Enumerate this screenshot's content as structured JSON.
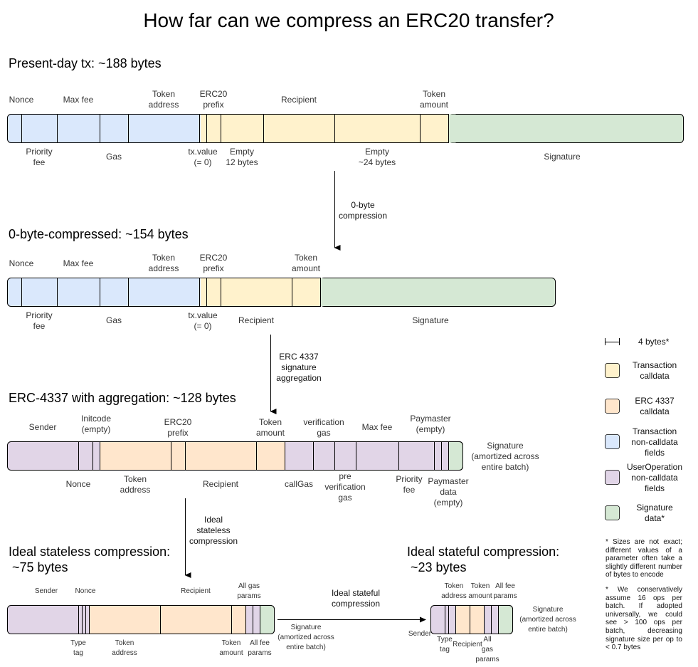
{
  "title": "How far can we compress an ERC20 transfer?",
  "colors": {
    "tx_calldata": "#fff2cc",
    "erc4337_calldata": "#ffe6cc",
    "tx_noncalldata": "#dae8fc",
    "userop_noncalldata": "#e1d5e7",
    "signature": "#d5e8d4",
    "stroke": "#000000"
  },
  "row1": {
    "heading": "Present-day tx: ~188 bytes",
    "top": {
      "nonce": "Nonce",
      "maxfee": "Max fee",
      "tokenaddr": "Token\naddress",
      "prefix": "ERC20\nprefix",
      "recipient": "Recipient",
      "amount": "Token\namount"
    },
    "bottom": {
      "priority": "Priority\nfee",
      "gas": "Gas",
      "txvalue": "tx.value\n(= 0)",
      "empty12": "Empty\n12 bytes",
      "empty24": "Empty\n~24 bytes",
      "signature": "Signature"
    }
  },
  "arrow1": "0-byte\ncompression",
  "row2": {
    "heading": "0-byte-compressed: ~154 bytes",
    "top": {
      "nonce": "Nonce",
      "maxfee": "Max fee",
      "tokenaddr": "Token\naddress",
      "prefix": "ERC20\nprefix",
      "amount": "Token\namount"
    },
    "bottom": {
      "priority": "Priority\nfee",
      "gas": "Gas",
      "txvalue": "tx.value\n(= 0)",
      "recipient": "Recipient",
      "signature": "Signature"
    }
  },
  "arrow2": "ERC 4337\nsignature\naggregation",
  "row3": {
    "heading": "ERC-4337 with aggregation: ~128 bytes",
    "top": {
      "sender": "Sender",
      "initcode": "Initcode\n(empty)",
      "prefix": "ERC20\nprefix",
      "amount": "Token\namount",
      "vgas": "verification\ngas",
      "maxfee": "Max fee",
      "paymaster": "Paymaster\n(empty)"
    },
    "bottom": {
      "nonce": "Nonce",
      "tokenaddr": "Token\naddress",
      "recipient": "Recipient",
      "callgas": "callGas",
      "prevgas": "pre\nverification\ngas",
      "priority": "Priority\nfee",
      "pmdata": "Paymaster\ndata\n(empty)"
    },
    "side": "Signature\n(amortized across\nentire batch)"
  },
  "arrow3": "Ideal\nstateless\ncompression",
  "row4": {
    "heading": "Ideal stateless compression:\n ~75 bytes",
    "top": {
      "sender": "Sender",
      "nonce": "Nonce",
      "recipient": "Recipient",
      "gasparams": "All gas\nparams"
    },
    "bottom": {
      "typetag": "Type\ntag",
      "tokenaddr": "Token\naddress",
      "amount": "Token\namount",
      "feeparams": "All fee\nparams"
    },
    "side": "Signature\n(amortized across\nentire batch)"
  },
  "arrow4": "Ideal stateful\ncompression",
  "row5": {
    "heading": "Ideal stateful compression:\n ~23 bytes",
    "top": {
      "tokenaddr": "Token\naddress",
      "amount": "Token\namount",
      "feeparams": "All fee\nparams"
    },
    "bottom": {
      "typetag": "Type\ntag",
      "recipient": "Recipient",
      "gasparams": "All\ngas\nparams"
    },
    "sender": "Sender",
    "side": "Signature\n(amortized across\nentire batch)"
  },
  "legend": {
    "scale": "4 bytes*",
    "items": [
      "Transaction\ncalldata",
      "ERC 4337\ncalldata",
      "Transaction\nnon-calldata\nfields",
      "UserOperation\nnon-calldata\nfields",
      "Signature\ndata*"
    ],
    "note1": "* Sizes are not exact; different values of a parameter often take a slightly different number of bytes to encode",
    "note2": "* We conservatively assume 16 ops per batch. If adopted universally, we could see > 100 ops per batch, decreasing signature size per op to < 0.7 bytes"
  }
}
